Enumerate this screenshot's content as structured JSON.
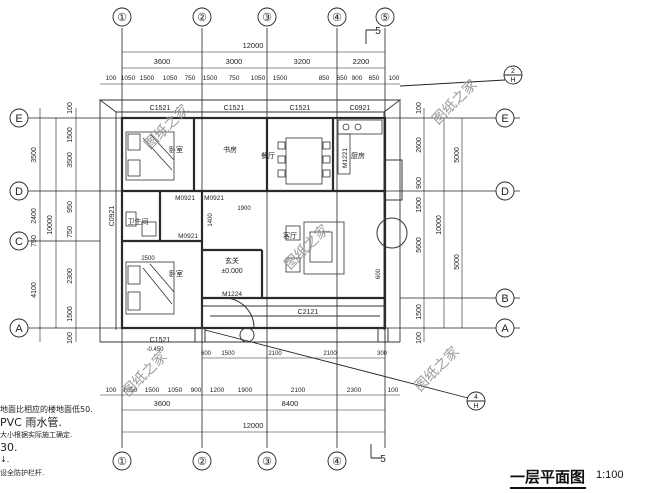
{
  "drawing": {
    "title": "一层平面图",
    "scale": "1:100"
  },
  "axes": {
    "numbered": [
      {
        "label": "①"
      },
      {
        "label": "②"
      },
      {
        "label": "③"
      },
      {
        "label": "④"
      },
      {
        "label": "⑤"
      }
    ],
    "lettered": [
      {
        "label": "E"
      },
      {
        "label": "D"
      },
      {
        "label": "C"
      },
      {
        "label": "B"
      },
      {
        "label": "A"
      }
    ],
    "sub_axes": [
      {
        "top": "2",
        "bottom": "H"
      },
      {
        "top": "4",
        "bottom": "H"
      }
    ],
    "top_end_mark": "5",
    "bottom_end_mark": "5"
  },
  "dimensions": {
    "top_overall": "12000",
    "top_bays": [
      "3600",
      "3000",
      "3200",
      "2200"
    ],
    "top_openings": [
      "100",
      "1050",
      "1500",
      "1050",
      "750",
      "1500",
      "750",
      "1050",
      "1500",
      "850",
      "650",
      "900",
      "650",
      "100"
    ],
    "bottom_openings": [
      "100",
      "1050",
      "1500",
      "1050",
      "900",
      "1200",
      "1900",
      "2100",
      "2300",
      "100"
    ],
    "bottom_subtotal": "8400",
    "bottom_bays": [
      "3600"
    ],
    "bottom_overall": "12000",
    "porch_dims": [
      "600",
      "1500",
      "2100",
      "2100",
      "300"
    ],
    "left_outer": [
      "3500",
      "2400",
      "750",
      "4100"
    ],
    "left_total": "10000",
    "left_inner": [
      "100",
      "1500",
      "3500",
      "950",
      "750",
      "2300",
      "1500",
      "100"
    ],
    "right_outer": [
      "5000",
      "5000"
    ],
    "right_total": "10000",
    "right_inner": [
      "100",
      "2600",
      "900",
      "1500",
      "5600",
      "1500",
      "100"
    ],
    "interior": [
      "1900",
      "2500",
      "1400",
      "600"
    ],
    "level_mark": "-0.450"
  },
  "rooms": [
    {
      "name": "卧室"
    },
    {
      "name": "书房"
    },
    {
      "name": "餐厅"
    },
    {
      "name": "厨房"
    },
    {
      "name": "卫生间"
    },
    {
      "name": "客厅"
    },
    {
      "name": "玄关"
    },
    {
      "name": "卧室"
    }
  ],
  "foyer_level": "±0.000",
  "windows": [
    "C1521",
    "C1521",
    "C1521",
    "C0921",
    "C0921",
    "C2121",
    "C1521"
  ],
  "doors": [
    "M0921",
    "M0921",
    "M0921",
    "M1221",
    "M1224"
  ],
  "notes": [
    "地面比相应的楼地面低50.",
    "PVC 雨水管.",
    "大小根据实际施工确定.",
    "30.",
    "↓.",
    "设全防护栏杆."
  ],
  "watermark": "图纸之家",
  "colors": {
    "ink": "#222222",
    "wall": "#2a2a2a",
    "watermark": "#9a9a9a"
  }
}
